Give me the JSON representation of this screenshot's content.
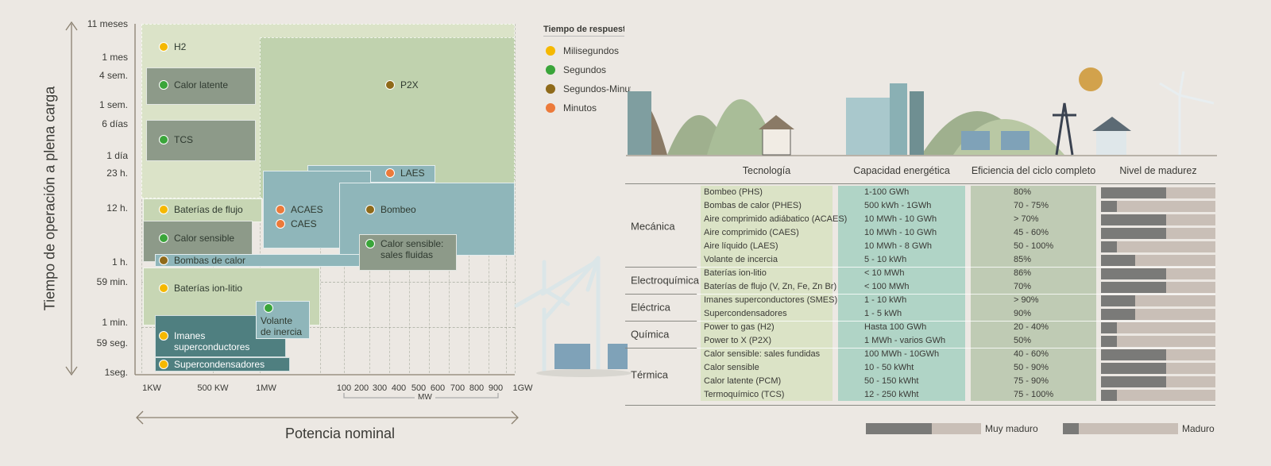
{
  "chart_data": {
    "type": "diagram",
    "ylabel": "Tiempo de operación a plena carga",
    "xlabel": "Potencia nominal",
    "y_ticks": [
      "11 meses",
      "1 mes",
      "4 sem.",
      "1 sem.",
      "6 días",
      "1 día",
      "23 h.",
      "12 h.",
      "1 h.",
      "59 min.",
      "1 min.",
      "59 seg.",
      "1seg."
    ],
    "x_ticks": [
      "1KW",
      "500 KW",
      "1MW",
      "100",
      "200",
      "300",
      "400",
      "500",
      "600",
      "700",
      "800",
      "900",
      "1GW"
    ],
    "x_unit_bracket": "MW",
    "legend_title": "Tiempo de respuesta",
    "legend": [
      {
        "label": "Milisegundos",
        "color": "#f5b800"
      },
      {
        "label": "Segundos",
        "color": "#3aa53a"
      },
      {
        "label": "Segundos-Minutos",
        "color": "#8f6a1a"
      },
      {
        "label": "Minutos",
        "color": "#ec7a3a"
      }
    ],
    "technologies": [
      {
        "id": "h2",
        "label": "H2",
        "response": 0
      },
      {
        "id": "p2x",
        "label": "P2X",
        "response": 2
      },
      {
        "id": "latente",
        "label": "Calor latente",
        "response": 1
      },
      {
        "id": "tcs",
        "label": "TCS",
        "response": 1
      },
      {
        "id": "laes",
        "label": "LAES",
        "response": 3
      },
      {
        "id": "acaes",
        "label": "ACAES",
        "response": 3
      },
      {
        "id": "caes",
        "label": "CAES",
        "response": 3
      },
      {
        "id": "bombeo",
        "label": "Bombeo",
        "response": 2
      },
      {
        "id": "flujo",
        "label": "Baterías de flujo",
        "response": 0
      },
      {
        "id": "sensible",
        "label": "Calor sensible",
        "response": 1
      },
      {
        "id": "sales",
        "label": "Calor sensible:\nsales fluidas",
        "response": 1
      },
      {
        "id": "bombas",
        "label": "Bombas de calor",
        "response": 2
      },
      {
        "id": "ionlitio",
        "label": "Baterías ion-litio",
        "response": 0
      },
      {
        "id": "volante",
        "label": "Volante\nde inercia",
        "response": 1
      },
      {
        "id": "imanes",
        "label": "Imanes\nsuperconductores",
        "response": 0
      },
      {
        "id": "super",
        "label": "Supercondensadores",
        "response": 0
      }
    ]
  },
  "table": {
    "headers": [
      "Tecnología",
      "Capacidad energética",
      "Eficiencia del ciclo completo",
      "Nivel de madurez"
    ],
    "groups": [
      {
        "category": "Mecánica",
        "rows": [
          {
            "tech": "Bombeo (PHS)",
            "cap": "1-100 GWh",
            "eff": "80%",
            "maturity": 0.57
          },
          {
            "tech": "Bombas de calor (PHES)",
            "cap": "500 kWh - 1GWh",
            "eff": "70 - 75%",
            "maturity": 0.14
          },
          {
            "tech": "Aire comprimido adiábatico (ACAES)",
            "cap": "10 MWh - 10 GWh",
            "eff": "> 70%",
            "maturity": 0.57
          },
          {
            "tech": "Aire comprimido (CAES)",
            "cap": "10 MWh - 10 GWh",
            "eff": "45 - 60%",
            "maturity": 0.57
          },
          {
            "tech": "Aire líquido (LAES)",
            "cap": "10 MWh - 8 GWh",
            "eff": "50 - 100%",
            "maturity": 0.14
          },
          {
            "tech": "Volante de incercia",
            "cap": "5 - 10 kWh",
            "eff": "85%",
            "maturity": 0.3
          }
        ]
      },
      {
        "category": "Electroquímica",
        "rows": [
          {
            "tech": "Baterías ion-litio",
            "cap": "< 10 MWh",
            "eff": "86%",
            "maturity": 0.57
          },
          {
            "tech": "Baterías de flujo (V, Zn, Fe, Zn Br)",
            "cap": "< 100 MWh",
            "eff": "70%",
            "maturity": 0.57
          }
        ]
      },
      {
        "category": "Eléctrica",
        "rows": [
          {
            "tech": "Imanes superconductores (SMES)",
            "cap": "1 - 10 kWh",
            "eff": "> 90%",
            "maturity": 0.3
          },
          {
            "tech": "Supercondensadores",
            "cap": "1 - 5 kWh",
            "eff": "90%",
            "maturity": 0.3
          }
        ]
      },
      {
        "category": "Química",
        "rows": [
          {
            "tech": "Power to gas (H2)",
            "cap": "Hasta 100 GWh",
            "eff": "20 - 40%",
            "maturity": 0.14
          },
          {
            "tech": "Power to X (P2X)",
            "cap": "1 MWh - varios GWh",
            "eff": "50%",
            "maturity": 0.14
          }
        ]
      },
      {
        "category": "Térmica",
        "rows": [
          {
            "tech": "Calor sensible: sales fundidas",
            "cap": "100 MWh - 10GWh",
            "eff": "40 - 60%",
            "maturity": 0.57
          },
          {
            "tech": "Calor sensible",
            "cap": "10 - 50 kWht",
            "eff": "50 - 90%",
            "maturity": 0.57
          },
          {
            "tech": "Calor latente (PCM)",
            "cap": "50 - 150 kWht",
            "eff": "75 - 90%",
            "maturity": 0.57
          },
          {
            "tech": "Termoquímico  (TCS)",
            "cap": "12 - 250 kWht",
            "eff": "75 - 100%",
            "maturity": 0.14
          }
        ]
      }
    ],
    "maturity_legend": [
      {
        "label": "Muy maduro",
        "maturity": 0.57
      },
      {
        "label": "Maduro",
        "maturity": 0.14
      }
    ]
  }
}
